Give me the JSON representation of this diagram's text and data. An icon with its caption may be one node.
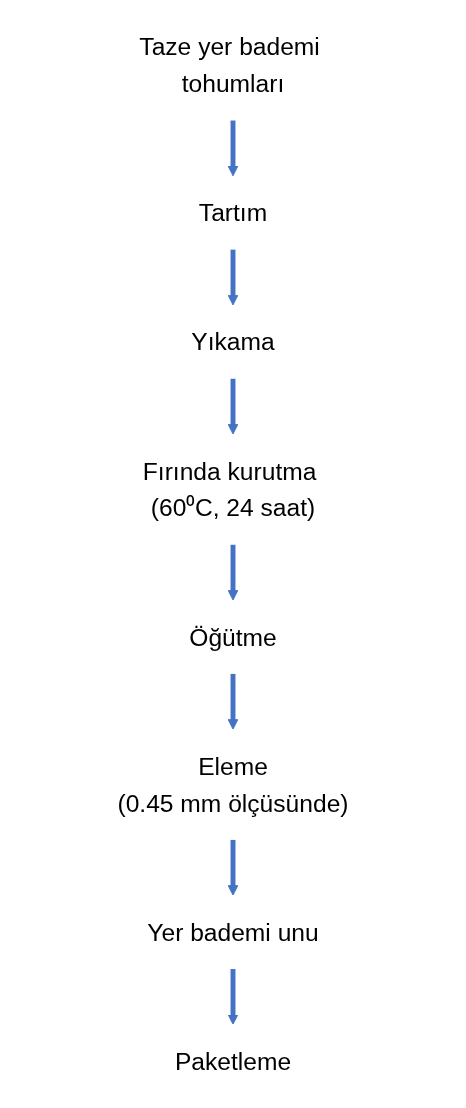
{
  "diagram": {
    "nodes": [
      {
        "text": [
          "Taze yer bademi tohumları"
        ]
      },
      {
        "text": [
          "Tartım"
        ]
      },
      {
        "text": [
          "Yıkama"
        ]
      },
      {
        "text": [
          "Fırında kurutma (60⁰C, 24 saat)"
        ]
      },
      {
        "text": [
          "Öğütme"
        ]
      },
      {
        "text": [
          "Eleme",
          "(0.45 mm ölçüsünde)"
        ]
      },
      {
        "text": [
          "Yer bademi unu"
        ]
      },
      {
        "text": [
          "Paketleme"
        ]
      }
    ],
    "edges": [
      {
        "from": 0,
        "to": 1,
        "arrow": "to"
      },
      {
        "from": 1,
        "to": 2,
        "arrow": "to"
      },
      {
        "from": 2,
        "to": 3,
        "arrow": "to"
      },
      {
        "from": 3,
        "to": 4,
        "arrow": "to"
      },
      {
        "from": 4,
        "to": 5,
        "arrow": "to"
      },
      {
        "from": 5,
        "to": 6,
        "arrow": "to"
      },
      {
        "from": 6,
        "to": 7,
        "arrow": "to"
      }
    ]
  }
}
